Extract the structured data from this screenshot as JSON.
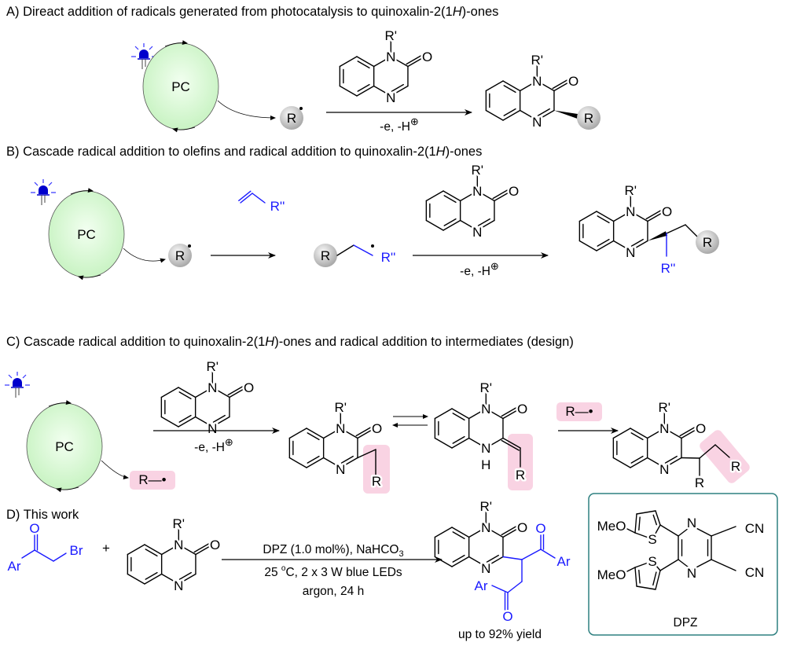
{
  "titles": {
    "A": {
      "pre": "A) Direact addition of radicals generated from photocatalysis to quinoxalin-2(1",
      "ital": "H",
      "post": ")-ones"
    },
    "B": {
      "pre": "B) Cascade radical addition to olefins and radical addition to quinoxalin-2(1",
      "ital": "H",
      "post": ")-ones"
    },
    "C": {
      "pre": "C) Cascade radical addition to quinoxalin-2(1",
      "ital": "H",
      "post": ")-ones and  radical addition to intermediates (design)"
    },
    "D": {
      "pre": "D) This work",
      "ital": "",
      "post": ""
    }
  },
  "labels": {
    "pc": "PC",
    "r": "R",
    "r_prime": "R'",
    "r_dprime": "R''",
    "n": "N",
    "h": "H",
    "o": "O",
    "ar": "Ar",
    "br": "Br",
    "s": "S",
    "meo": "MeO",
    "cn": "CN",
    "plus": "+",
    "r_radical_bond": "R—•"
  },
  "conditions": {
    "oxidation": "-e, -H",
    "oxidation_charge": "⊕",
    "D_line1": "DPZ (1.0 mol%), NaHCO",
    "D_line1_sub": "3",
    "D_line2_pre": "25 ",
    "D_line2_sup": "o",
    "D_line2_post": "C, 2 x 3 W blue LEDs",
    "D_line3": "argon, 24 h"
  },
  "yield": "up to 92% yield",
  "catalyst_name": "DPZ",
  "colors": {
    "blue": "#1a1aff",
    "pink": "#f9d3e3",
    "teal": "#2e8080",
    "green": "#ccf5c8"
  }
}
